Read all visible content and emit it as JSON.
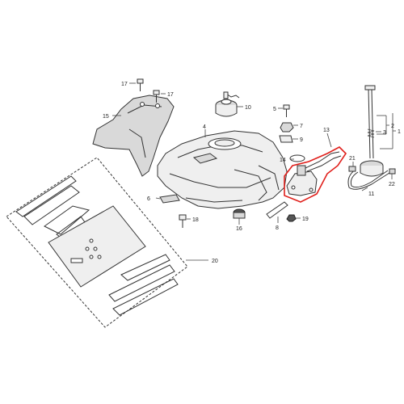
{
  "callouts": {
    "c1": "1",
    "c2": "2",
    "c3": "3",
    "c4": "4",
    "c5": "5",
    "c6": "6",
    "c7": "7",
    "c8": "8",
    "c9": "9",
    "c10": "10",
    "c11": "11",
    "c13": "13",
    "c14": "14",
    "c15": "15",
    "c16": "16",
    "c17a": "17",
    "c17b": "17",
    "c18": "18",
    "c19": "19",
    "c20": "20",
    "c21": "21",
    "c22": "22"
  },
  "colors": {
    "highlight": "#e0201c",
    "line": "#333333",
    "background": "#ffffff"
  }
}
